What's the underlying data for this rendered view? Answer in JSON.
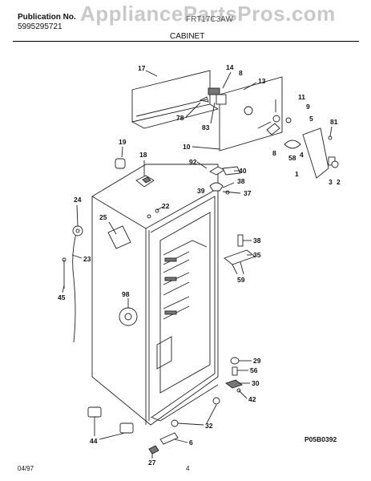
{
  "header": {
    "publication_label": "Publication No.",
    "publication_number": "5995295721",
    "model_code": "FRT17C3AW",
    "section_title": "CABINET",
    "watermark": "AppliancePartsPros.com"
  },
  "diagram": {
    "code": "P05B0392",
    "callouts": [
      "17",
      "14",
      "8",
      "13",
      "78",
      "83",
      "11",
      "9",
      "5",
      "81",
      "8",
      "58",
      "10",
      "19",
      "18",
      "92",
      "40",
      "4",
      "1",
      "3",
      "2",
      "38",
      "39",
      "37",
      "24",
      "22",
      "25",
      "23",
      "45",
      "98",
      "38",
      "35",
      "59",
      "29",
      "56",
      "30",
      "42",
      "32",
      "44",
      "6",
      "27"
    ]
  },
  "footer": {
    "date": "04/97",
    "page_number": "4"
  },
  "colors": {
    "line": "#222222",
    "watermark": "#c9c9c9"
  }
}
